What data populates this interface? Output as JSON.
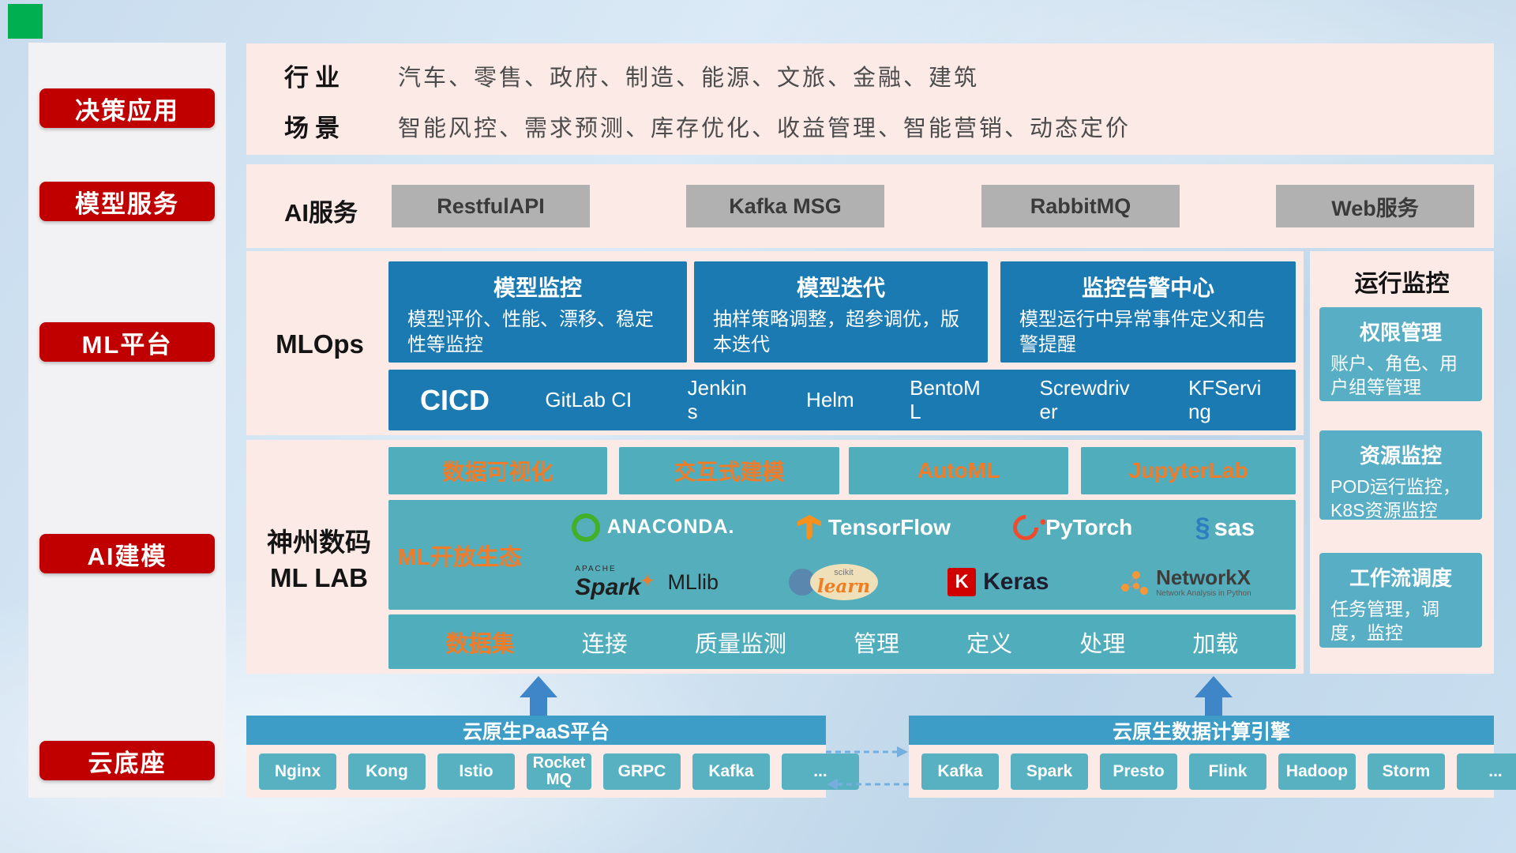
{
  "sidebar": {
    "items": [
      {
        "label": "决策应用"
      },
      {
        "label": "模型服务"
      },
      {
        "label": "ML平台"
      },
      {
        "label": "AI建模"
      },
      {
        "label": "云底座"
      }
    ]
  },
  "industry_panel": {
    "row1_label": "行业",
    "row1_text": "汽车、零售、政府、制造、能源、文旅、金融、建筑",
    "row2_label": "场景",
    "row2_text": "智能风控、需求预测、库存优化、收益管理、智能营销、动态定价"
  },
  "ai_service_panel": {
    "label": "AI服务",
    "services": [
      "RestfulAPI",
      "Kafka MSG",
      "RabbitMQ",
      "Web服务"
    ]
  },
  "mlops_panel": {
    "label": "MLOps",
    "cards": [
      {
        "title": "模型监控",
        "desc": "模型评价、性能、漂移、稳定性等监控"
      },
      {
        "title": "模型迭代",
        "desc": "抽样策略调整，超参调优，版本迭代"
      },
      {
        "title": "监控告警中心",
        "desc": "模型运行中异常事件定义和告警提醒"
      }
    ],
    "cicd_label": "CICD",
    "cicd_tools": [
      "GitLab CI",
      "Jenkins",
      "Helm",
      "BentoML",
      "Screwdriver",
      "KFServing"
    ]
  },
  "monitor_panel": {
    "title": "运行监控",
    "cards": [
      {
        "title": "权限管理",
        "desc": "账户、角色、用户组等管理"
      },
      {
        "title": "资源监控",
        "desc": "POD运行监控，K8S资源监控"
      },
      {
        "title": "工作流调度",
        "desc": "任务管理，调度，监控"
      }
    ]
  },
  "mllab_panel": {
    "label_line1": "神州数码",
    "label_line2": "ML LAB",
    "top_buttons": [
      "数据可视化",
      "交互式建模",
      "AutoML",
      "JupyterLab"
    ],
    "ecosystem_label": "ML开放生态",
    "logos": {
      "anaconda": "ANACONDA.",
      "tensorflow": "TensorFlow",
      "pytorch": "PyTorch",
      "sas": "sas",
      "spark_apache": "APACHE",
      "spark": "Spark",
      "mllib": "MLlib",
      "scikit_small": "scikit",
      "scikit": "learn",
      "keras_k": "K",
      "keras": "Keras",
      "networkx": "NetworkX",
      "networkx_sub": "Network Analysis in Python"
    },
    "data_row": {
      "title": "数据集",
      "items": [
        "连接",
        "质量监测",
        "管理",
        "定义",
        "处理",
        "加载"
      ]
    }
  },
  "bottom": {
    "paas": {
      "title": "云原生PaaS平台",
      "items": [
        "Nginx",
        "Kong",
        "Istio",
        "RocketMQ",
        "GRPC",
        "Kafka",
        "..."
      ]
    },
    "engine": {
      "title": "云原生数据计算引擎",
      "items": [
        "Kafka",
        "Spark",
        "Presto",
        "Flink",
        "Hadoop",
        "Storm",
        "..."
      ]
    }
  }
}
